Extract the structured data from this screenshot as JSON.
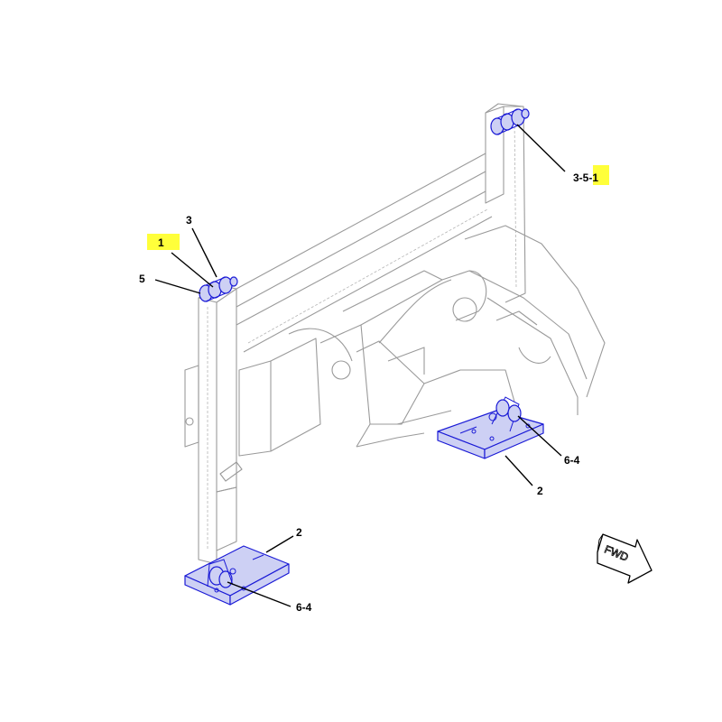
{
  "callouts": {
    "c1_prefix": "",
    "c1_highlight": "1",
    "c3": "3",
    "c5": "5",
    "c351_prefix": "3-5-",
    "c351_highlight": "1",
    "c64_right": "6-4",
    "c2_right": "2",
    "c2_left": "2",
    "c64_left": "6-4"
  },
  "fwd_label": "FWD",
  "colors": {
    "highlight": "#ffff3a",
    "part_stroke": "#1a1ad6",
    "part_fill": "#cdd0f4",
    "frame_stroke": "#9a9a9a"
  }
}
